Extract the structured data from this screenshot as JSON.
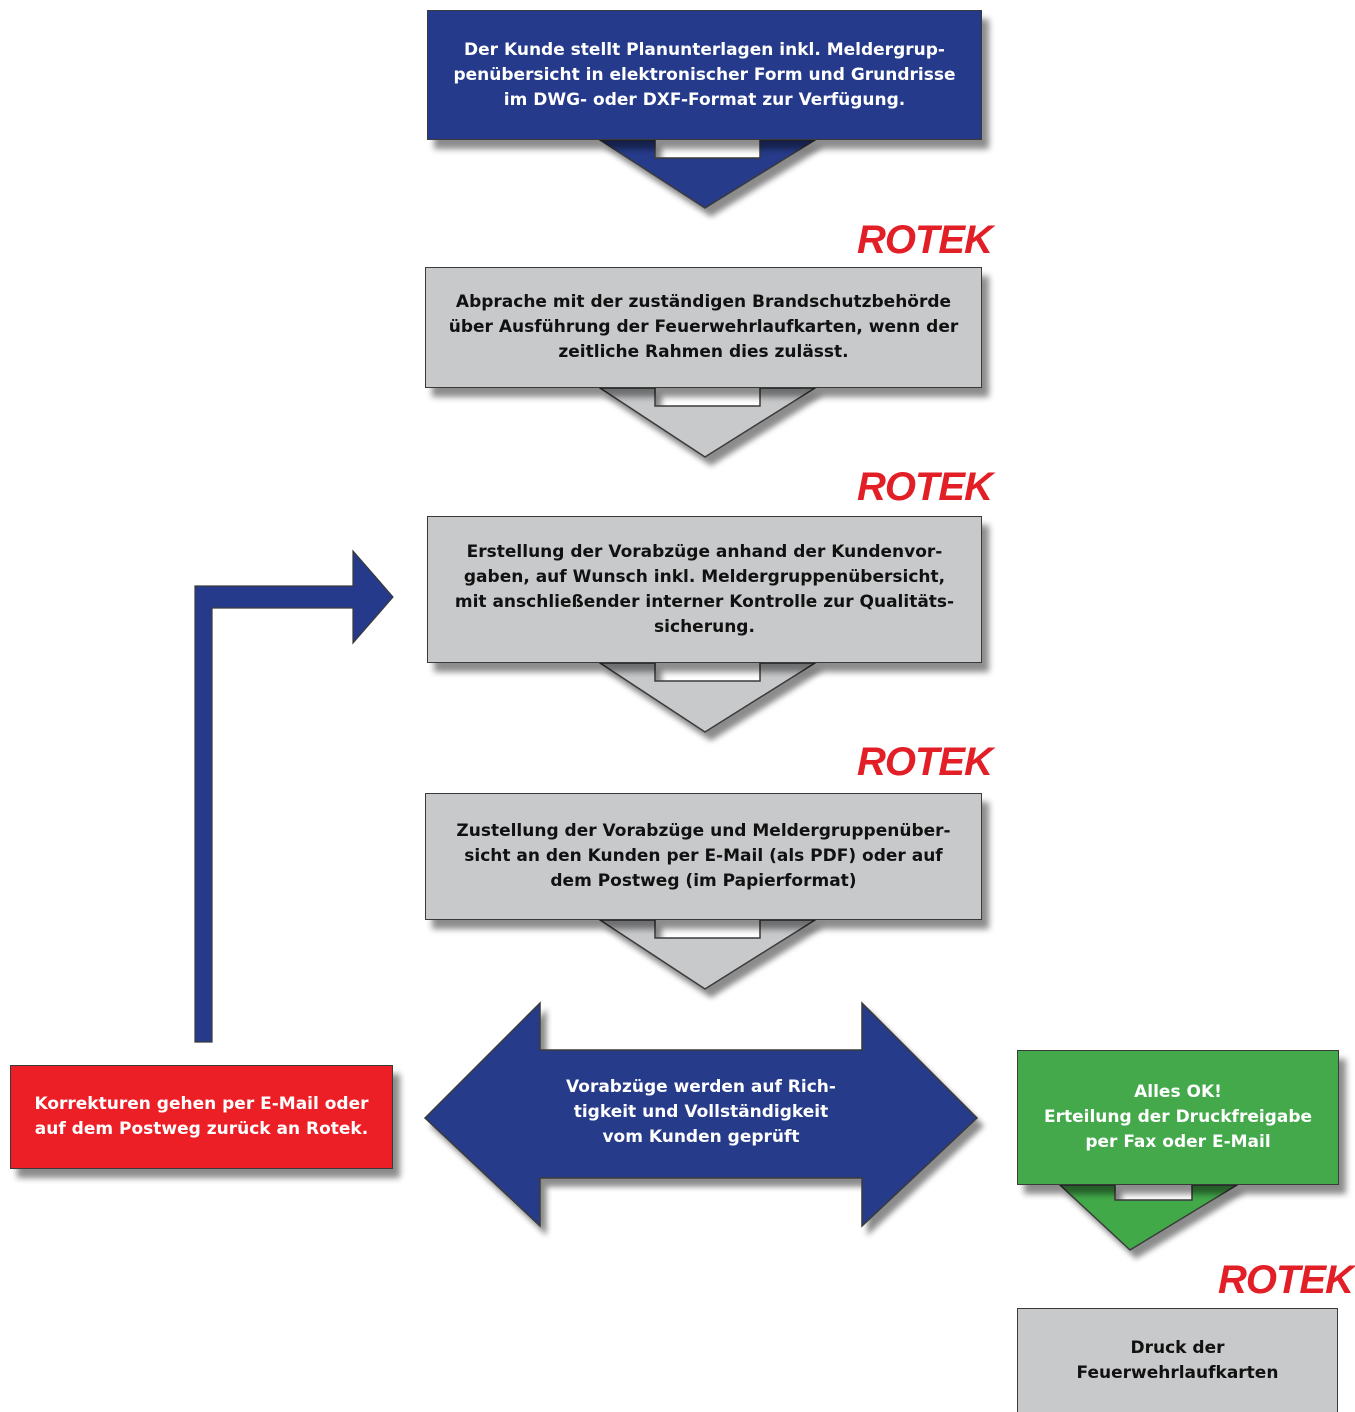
{
  "steps": {
    "customer_provides": "Der Kunde stellt Planunterlagen inkl. Meldergrup-\npenübersicht in elektronischer Form und Grundrisse\nim DWG- oder DXF-Format zur Verfügung.",
    "consult_authority": "Abprache mit der zuständigen Brandschutzbehörde\nüber Ausführung der Feuerwehrlaufkarten, wenn der\nzeitliche Rahmen dies zulässt.",
    "create_drafts": "Erstellung der Vorabzüge anhand der Kundenvor-\ngaben, auf Wunsch inkl. Meldergruppenübersicht,\nmit anschließender interner Kontrolle zur Qualitäts-\nsicherung.",
    "deliver_drafts": "Zustellung der Vorabzüge und Meldergruppenüber-\nsicht an den Kunden per E-Mail (als PDF) oder auf\ndem Postweg (im Papierformat)",
    "customer_review": "Vorabzüge werden auf Rich-\ntigkeit und Vollständigkeit\nvom Kunden geprüft",
    "corrections": "Korrekturen gehen per E-Mail oder\nauf dem Postweg zurück an Rotek.",
    "approval": "Alles OK!\nErteilung der Druckfreigabe\nper Fax oder E-Mail",
    "print": "Druck der\nFeuerwehrlaufkarten"
  },
  "logo_text": "ROTEK",
  "colors": {
    "blue": "#253a8a",
    "grey": "#c8c9cb",
    "red": "#ec1f27",
    "green": "#43a94a",
    "logo_red": "#e21f26"
  }
}
